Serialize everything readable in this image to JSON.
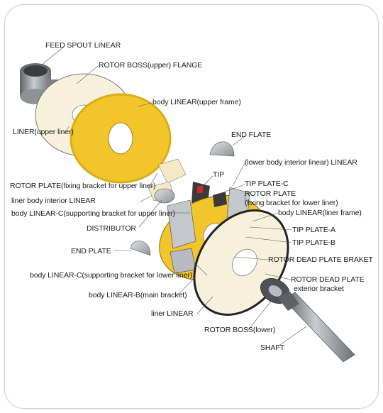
{
  "labels": {
    "feed_spout": "FEED SPOUT LINEAR",
    "rotor_boss_upper": "ROTOR BOSS(upper) FLANGE",
    "body_linear_upper": "body LINEAR(upper frame)",
    "liner_upper": "LINER(upper liner)",
    "end_plate_top": "END FLATE",
    "lower_body_interior": "(lower body interior linear)  LINEAR",
    "tip": "TIP",
    "rotor_plate_upper": "ROTOR PLATE(fixing bracket for upper liner)",
    "tip_plate_c": "TIP PLATE-C",
    "rotor_plate_lower_1": "ROTOR PLATE",
    "rotor_plate_lower_2": "(fixing bracket for lower liner)",
    "liner_body_interior": "liner body interior LINEAR",
    "body_linear_c_upper": "body  LINEAR-C(supporting bracket for upper liner)",
    "body_linear_liner_frame": "body LINEAR(liner frame)",
    "distributor": "DISTRIBUTOR",
    "tip_plate_a": "TIP PLATE-A",
    "tip_plate_b": "TIP PLATE-B",
    "end_plate_bottom": "END PLATE",
    "rotor_dead_plate_bracket": "ROTOR DEAD PLATE BRAKET",
    "body_linear_c_lower": "body LINEAR-C(supporting bracket for lower liner)",
    "rotor_dead_plate_ext_1": "ROTOR DEAD PLATE",
    "rotor_dead_plate_ext_2": "exterior bracket",
    "body_linear_b": "body LINEAR-B(main bracket)",
    "liner_linear": "liner  LINEAR",
    "rotor_boss_lower": "ROTOR BOSS(lower)",
    "shaft": "SHAFT"
  },
  "colors": {
    "yellow": "#f2c62b",
    "cream": "#f7f1dc",
    "steel": "#9a9ea3",
    "dark": "#222222"
  }
}
